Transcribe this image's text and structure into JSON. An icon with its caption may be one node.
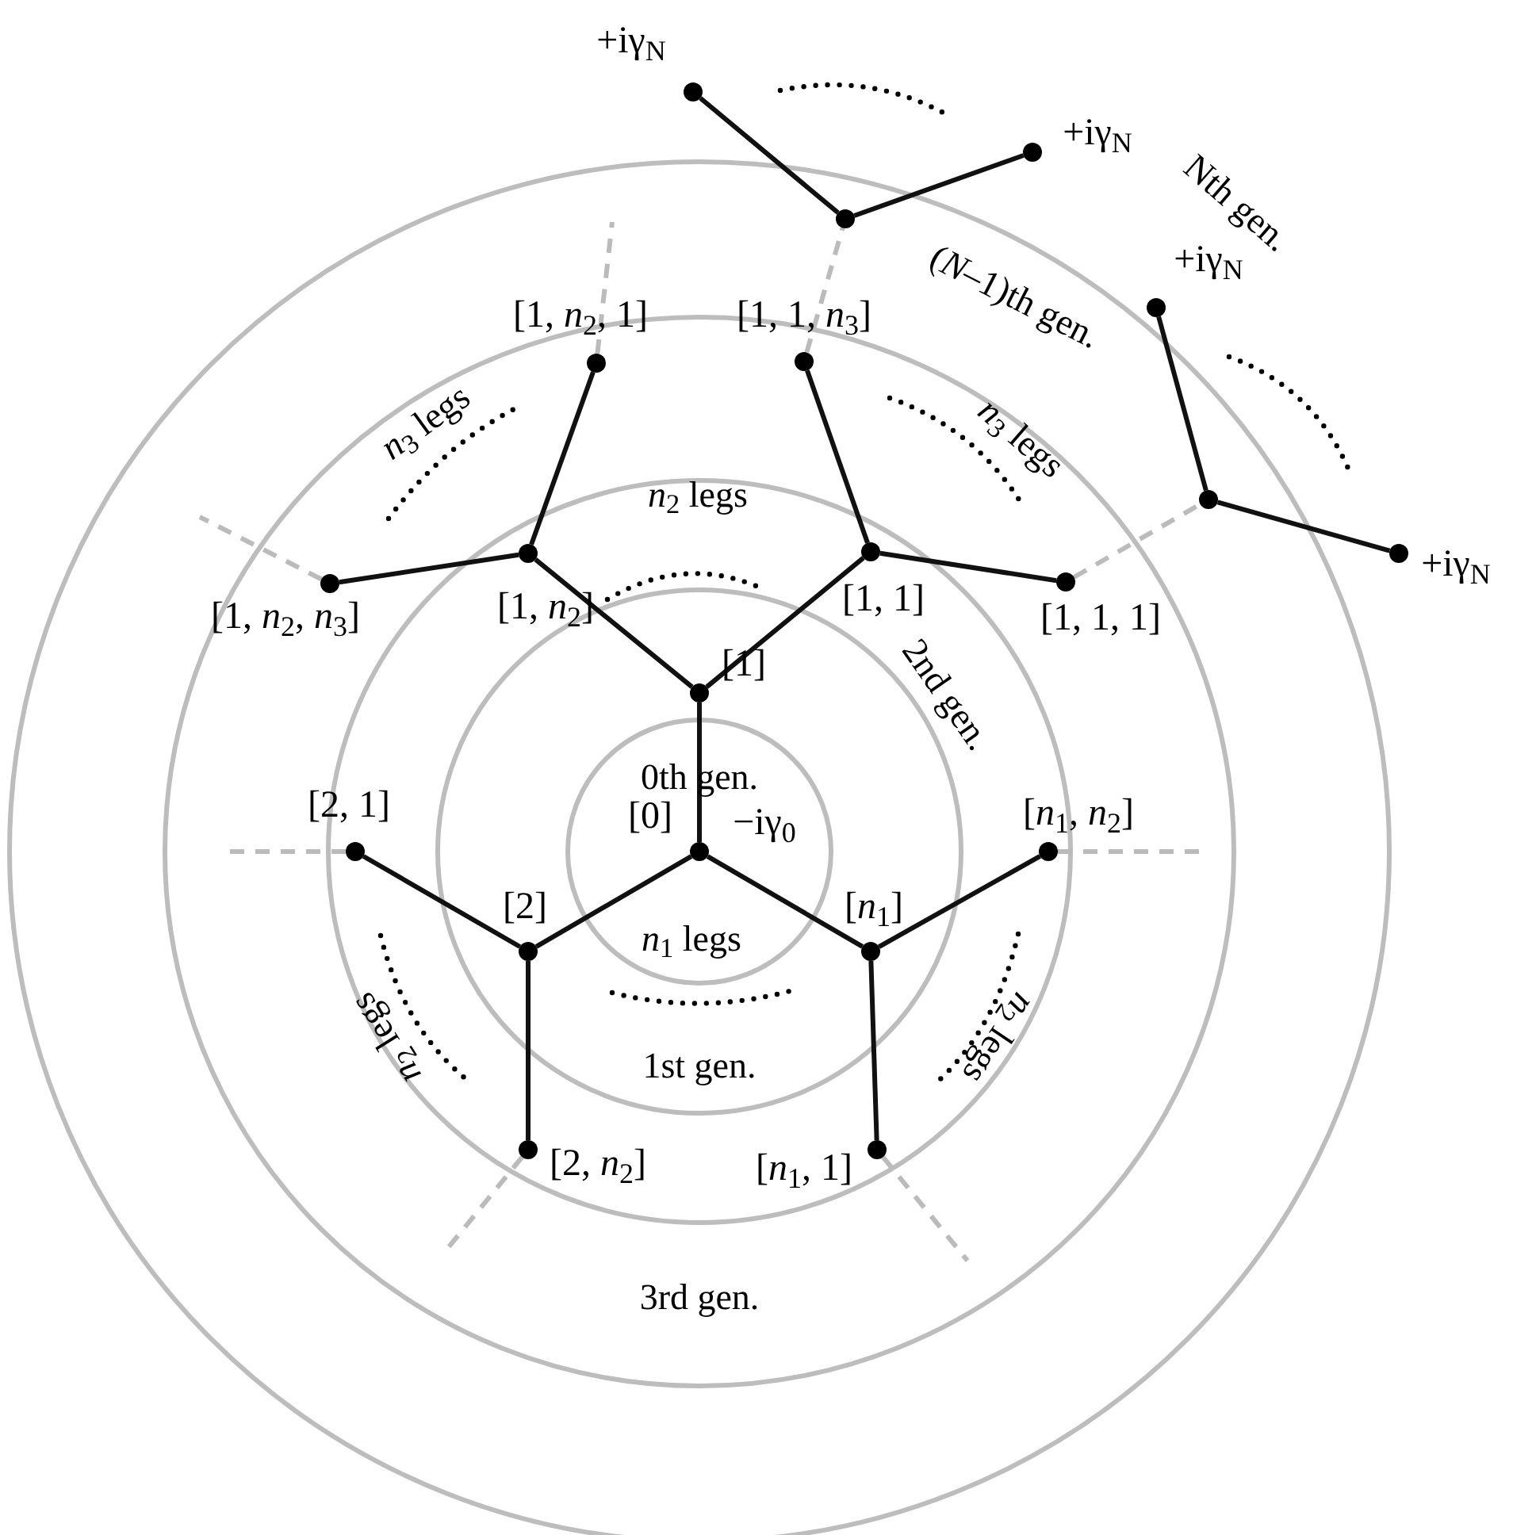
{
  "diagram": {
    "nodes": [
      {
        "text": [],
        "shape": "circle",
        "beside": [
          "[0]",
          "−iγ$_{0}$"
        ]
      },
      {
        "text": [],
        "shape": "circle",
        "beside": [
          "[1]"
        ]
      },
      {
        "text": [],
        "shape": "circle",
        "beside": [
          "[2]"
        ]
      },
      {
        "text": [],
        "shape": "circle",
        "beside": [
          "[*n*$_{1}$]"
        ]
      },
      {
        "text": [],
        "shape": "circle",
        "beside": [
          "[1, *n*$_{2}$]"
        ]
      },
      {
        "text": [],
        "shape": "circle",
        "beside": [
          "[1, 1]"
        ]
      },
      {
        "text": [],
        "shape": "circle",
        "beside": [
          "[2, 1]"
        ]
      },
      {
        "text": [],
        "shape": "circle",
        "beside": [
          "[2, *n*$_{2}$]"
        ]
      },
      {
        "text": [],
        "shape": "circle",
        "beside": [
          "[*n*$_{1}$, 1]"
        ]
      },
      {
        "text": [],
        "shape": "circle",
        "beside": [
          "[*n*$_{1}$, *n*$_{2}$]"
        ]
      },
      {
        "text": [],
        "shape": "circle",
        "beside": [
          "[1, *n*$_{2}$, *n*$_{3}$]"
        ]
      },
      {
        "text": [],
        "shape": "circle",
        "beside": [
          "[1, *n*$_{2}$, 1]"
        ]
      },
      {
        "text": [],
        "shape": "circle",
        "beside": [
          "[1, 1, *n*$_{3}$]"
        ]
      },
      {
        "text": [],
        "shape": "circle",
        "beside": [
          "[1, 1, 1]"
        ]
      },
      {
        "text": [],
        "shape": "circle"
      },
      {
        "text": [],
        "shape": "circle",
        "beside": [
          "+iγ$_{N}$"
        ]
      },
      {
        "text": [],
        "shape": "circle",
        "beside": [
          "+iγ$_{N}$"
        ]
      },
      {
        "text": [],
        "shape": "circle"
      },
      {
        "text": [],
        "shape": "circle",
        "beside": [
          "+iγ$_{N}$"
        ]
      },
      {
        "text": [],
        "shape": "circle",
        "beside": [
          "+iγ$_{N}$"
        ]
      }
    ],
    "edges": [
      {
        "from": 0,
        "to": 1,
        "arrow": "none"
      },
      {
        "from": 0,
        "to": 2,
        "arrow": "none"
      },
      {
        "from": 0,
        "to": 3,
        "arrow": "none"
      },
      {
        "from": 1,
        "to": 4,
        "arrow": "none"
      },
      {
        "from": 1,
        "to": 5,
        "arrow": "none"
      },
      {
        "from": 2,
        "to": 6,
        "arrow": "none"
      },
      {
        "from": 2,
        "to": 7,
        "arrow": "none"
      },
      {
        "from": 3,
        "to": 8,
        "arrow": "none"
      },
      {
        "from": 3,
        "to": 9,
        "arrow": "none"
      },
      {
        "from": 4,
        "to": 10,
        "arrow": "none"
      },
      {
        "from": 4,
        "to": 11,
        "arrow": "none"
      },
      {
        "from": 5,
        "to": 12,
        "arrow": "none"
      },
      {
        "from": 5,
        "to": 13,
        "arrow": "none"
      },
      {
        "from": 14,
        "to": 15,
        "arrow": "none"
      },
      {
        "from": 14,
        "to": 16,
        "arrow": "none"
      },
      {
        "from": 17,
        "to": 18,
        "arrow": "none"
      },
      {
        "from": 17,
        "to": 19,
        "arrow": "none"
      },
      {
        "from": 12,
        "to": 14,
        "arrow": "none",
        "style": "dashed",
        "color": "#bbbbbb"
      },
      {
        "from": 13,
        "to": 17,
        "arrow": "none",
        "style": "dashed",
        "color": "#bbbbbb"
      },
      {
        "from": 11,
        "to": null,
        "arrow": "none",
        "style": "dashed",
        "color": "#bbbbbb"
      },
      {
        "from": 10,
        "to": null,
        "arrow": "none",
        "style": "dashed",
        "color": "#bbbbbb"
      },
      {
        "from": 6,
        "to": null,
        "arrow": "none",
        "style": "dashed",
        "color": "#bbbbbb"
      },
      {
        "from": 7,
        "to": null,
        "arrow": "none",
        "style": "dashed",
        "color": "#bbbbbb"
      },
      {
        "from": 8,
        "to": null,
        "arrow": "none",
        "style": "dashed",
        "color": "#bbbbbb"
      },
      {
        "from": 9,
        "to": null,
        "arrow": "none",
        "style": "dashed",
        "color": "#bbbbbb"
      }
    ],
    "labels": [
      "Nth gen.",
      "(*N*–1)th gen.",
      "*n*$_{3}$ legs",
      "*n*$_{3}$ legs",
      "*n*$_{2}$ legs",
      "2nd gen.",
      "0th gen.",
      "*n*$_{1}$ legs",
      "*n*$_{2}$ legs",
      "*n*$_{2}$ legs",
      "1st gen.",
      "3rd gen."
    ]
  }
}
